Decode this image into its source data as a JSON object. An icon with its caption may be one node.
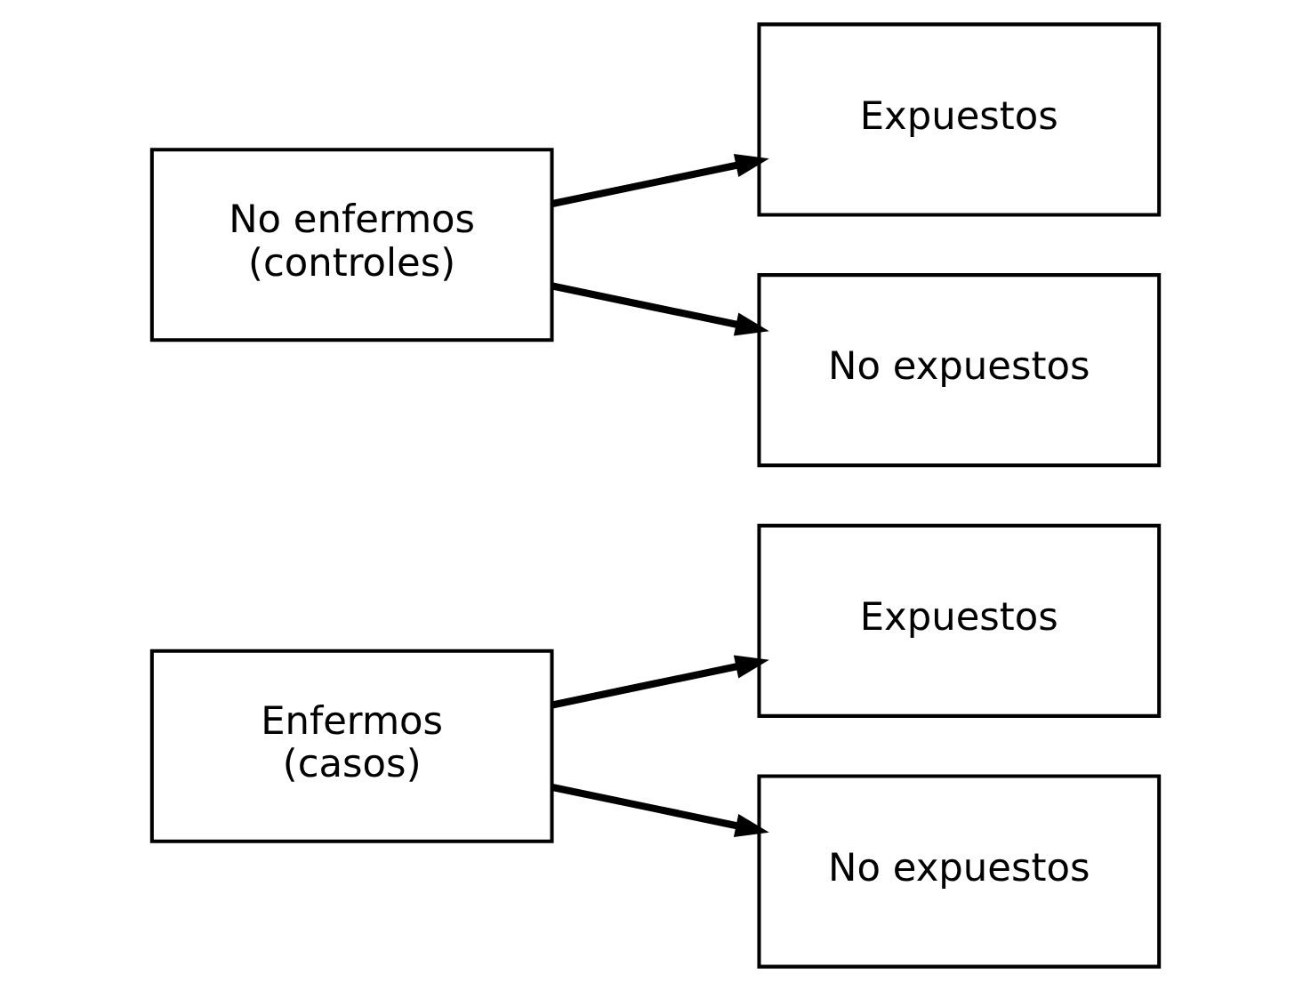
{
  "diagram": {
    "nodes": [
      {
        "text": [
          "Enfermos (casos)"
        ]
      },
      {
        "text": [
          "Expuestos"
        ]
      },
      {
        "text": [
          "No expuestos"
        ]
      },
      {
        "text": [
          "No enfermos (controles)"
        ]
      },
      {
        "text": [
          "Expuestos"
        ]
      },
      {
        "text": [
          "No expuestos"
        ]
      }
    ],
    "edges": [
      {
        "from": 0,
        "to": 1,
        "arrow": "to"
      },
      {
        "from": 0,
        "to": 2,
        "arrow": "to"
      },
      {
        "from": 3,
        "to": 4,
        "arrow": "to"
      },
      {
        "from": 3,
        "to": 5,
        "arrow": "to"
      }
    ]
  }
}
